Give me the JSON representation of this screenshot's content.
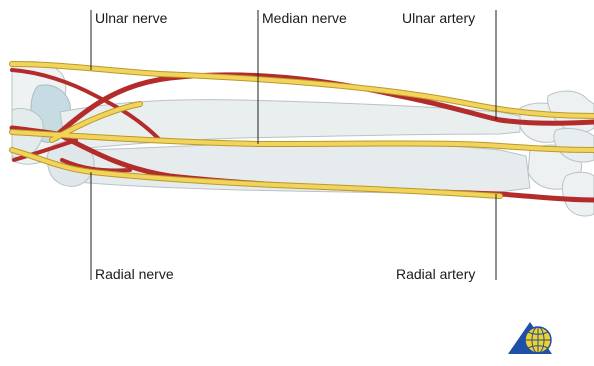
{
  "labels": {
    "ulnar_nerve": "Ulnar nerve",
    "median_nerve": "Median nerve",
    "ulnar_artery": "Ulnar artery",
    "radial_nerve": "Radial nerve",
    "radial_artery": "Radial artery"
  },
  "colors": {
    "nerve": "#f2d45c",
    "artery": "#b32b2b",
    "bone": "#e9eeef",
    "bone_outline": "#b9c2c6",
    "cartilage": "#c7dbe3",
    "logo_blue": "#1f4fa6",
    "logo_globe": "#f2d226"
  },
  "logo": {
    "icon": "publisher-logo-triangle-globe"
  }
}
